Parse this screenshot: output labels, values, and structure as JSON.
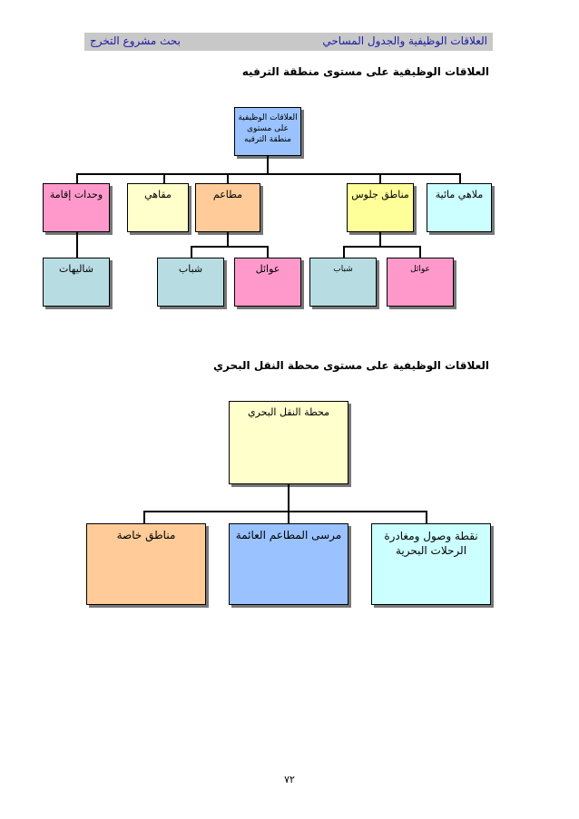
{
  "header": {
    "right_text": "العلاقات الوظيفية والجدول المساحي",
    "left_text": "بحث مشروع التخرج"
  },
  "section1": {
    "title": "العلاقات الوظيفية على مستوى منطقة الترفيه",
    "root": "العلاقات الوظيفية\nعلى مستوى\nمنطقة الترفيه",
    "level1": [
      "ملاهي مائية",
      "مناطق جلوس",
      "مطاعم",
      "مقاهي",
      "وحدات إقامة"
    ],
    "level2": [
      "عوائل",
      "شباب",
      "عوائل",
      "شباب",
      "شاليهات"
    ]
  },
  "section2": {
    "title": "العلاقات الوظيفية على مستوى محطة النقل البحري",
    "root": "محطة النقل البحري",
    "children": [
      "نقطة وصول ومغادرة\nالرحلات البحرية",
      "مرسى المطاعم العائمة",
      "مناطق خاصة"
    ]
  },
  "footer": {
    "page_number": "٧٢"
  },
  "colors": {
    "blue": "#99c2ff",
    "cyan": "#ccffff",
    "yellow": "#ffff99",
    "orange": "#ffcc99",
    "light_yellow": "#ffffcc",
    "pink": "#ff99cc",
    "teal": "#b7dde2"
  }
}
